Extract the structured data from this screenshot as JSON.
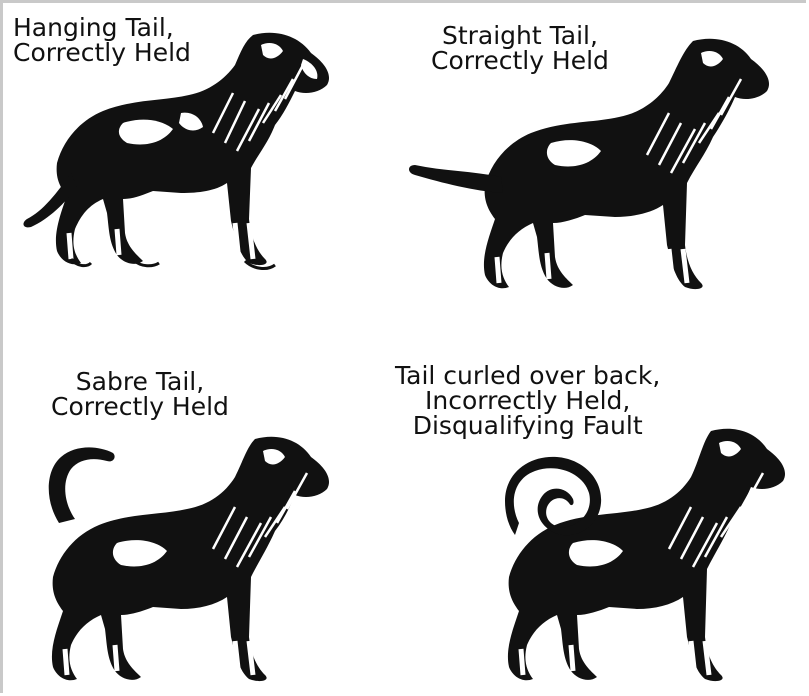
{
  "panels": [
    {
      "id": "hanging",
      "line1": "Hanging Tail,",
      "line2": "Correctly Held",
      "line3": "",
      "tail": "hanging"
    },
    {
      "id": "straight",
      "line1": "Straight Tail,",
      "line2": "Correctly Held",
      "line3": "",
      "tail": "straight"
    },
    {
      "id": "sabre",
      "line1": "Sabre Tail,",
      "line2": "Correctly Held",
      "line3": "",
      "tail": "sabre"
    },
    {
      "id": "curled",
      "line1": "Tail curled over back,",
      "line2": "Incorrectly Held,",
      "line3": "Disqualifying Fault",
      "tail": "curled"
    }
  ],
  "colors": {
    "ink": "#111111",
    "highlight": "#ffffff",
    "frame": "#c9c9c9"
  }
}
